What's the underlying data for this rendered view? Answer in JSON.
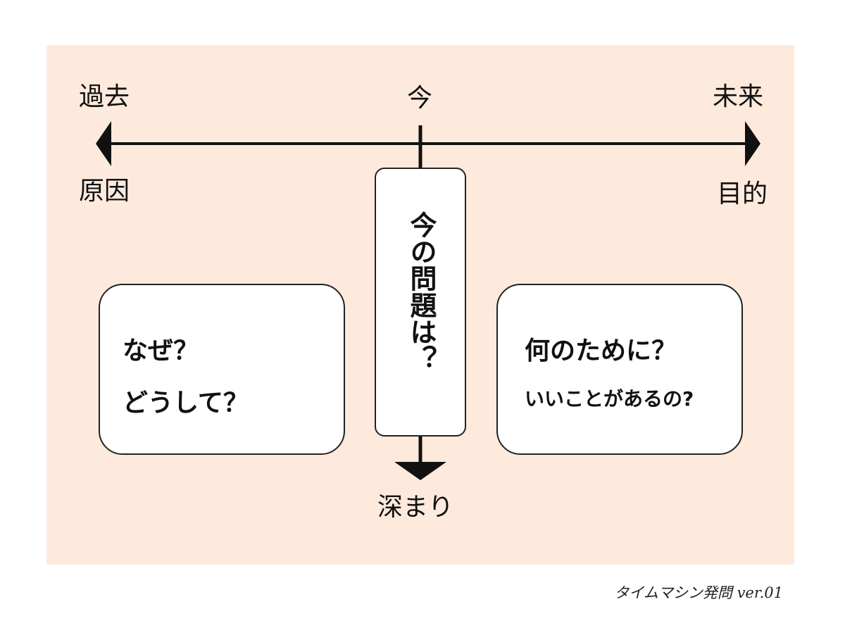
{
  "timeline": {
    "past_label": "過去",
    "now_label": "今",
    "future_label": "未来",
    "cause_label": "原因",
    "purpose_label": "目的",
    "depth_label": "深まり"
  },
  "center_box": {
    "text": "今の問題は？"
  },
  "left_box": {
    "line1": "なぜ？",
    "line2": "どうして？"
  },
  "right_box": {
    "line1": "何のために？",
    "line2": "いいことがあるの?"
  },
  "footer": {
    "caption": "タイムマシン発問 ver.01"
  },
  "colors": {
    "panel_background": "#fdeadc",
    "line": "#111111",
    "box_fill": "#ffffff"
  }
}
